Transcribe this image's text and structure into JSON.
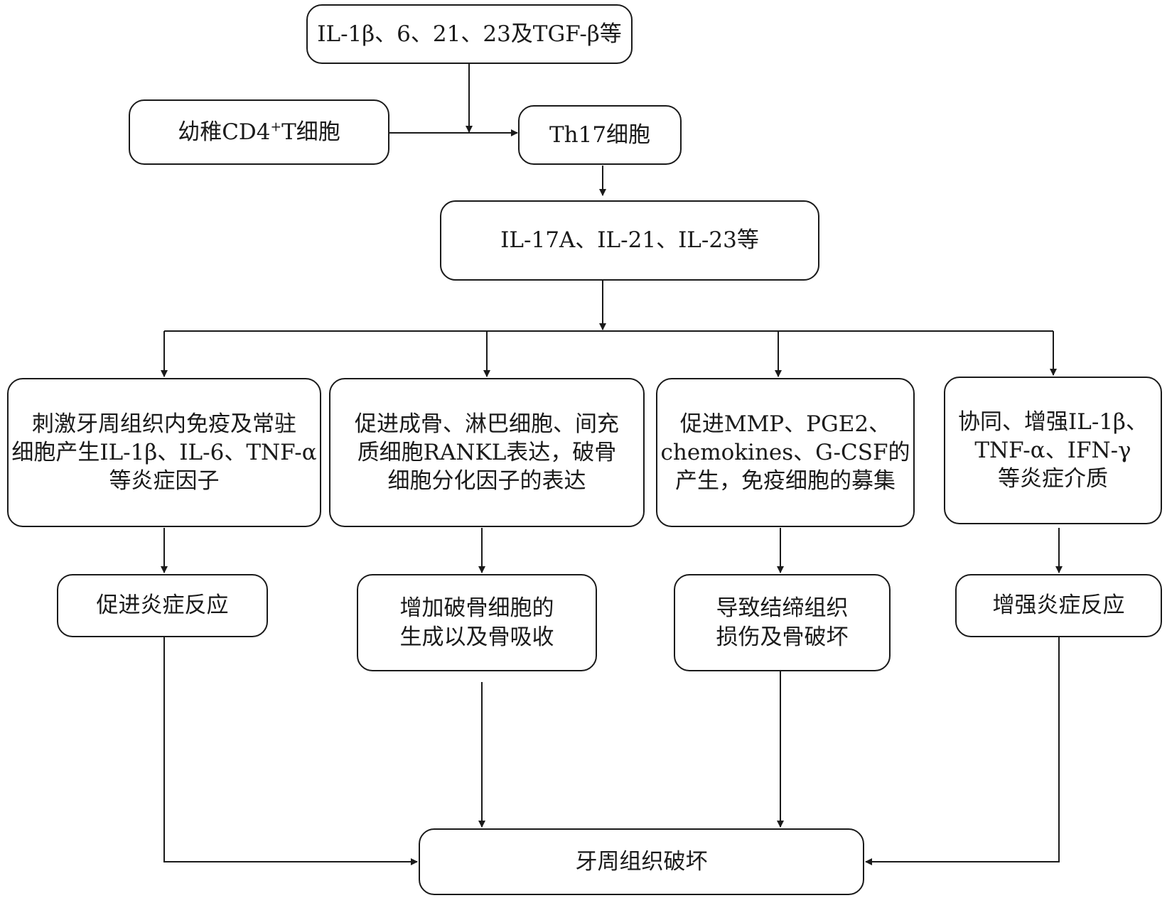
{
  "nodes": {
    "cytokines_in": "IL-1β、6、21、23及TGF-β等",
    "naive_cd4_prefix": "幼稚CD4",
    "naive_cd4_sup": "+",
    "naive_cd4_suffix": "T细胞",
    "th17": "Th17细胞",
    "il17": "IL-17A、IL-21、IL-23等",
    "effect1": [
      "刺激牙周组织内免疫及常驻",
      "细胞产生IL-1β、IL-6、TNF-α",
      "等炎症因子"
    ],
    "effect2": [
      "促进成骨、淋巴细胞、间充",
      "质细胞RANKL表达，破骨",
      "细胞分化因子的表达"
    ],
    "effect3": [
      "促进MMP、PGE2、",
      "chemokines、G-CSF的",
      "产生，免疫细胞的募集"
    ],
    "effect4": [
      "协同、增强IL-1β、",
      "TNF-α、IFN-γ",
      "等炎症介质"
    ],
    "result1": "促进炎症反应",
    "result2": [
      "增加破骨细胞的",
      "生成以及骨吸收"
    ],
    "result3": [
      "导致结缔组织",
      "损伤及骨破坏"
    ],
    "result4": "增强炎症反应",
    "final": "牙周组织破坏"
  }
}
